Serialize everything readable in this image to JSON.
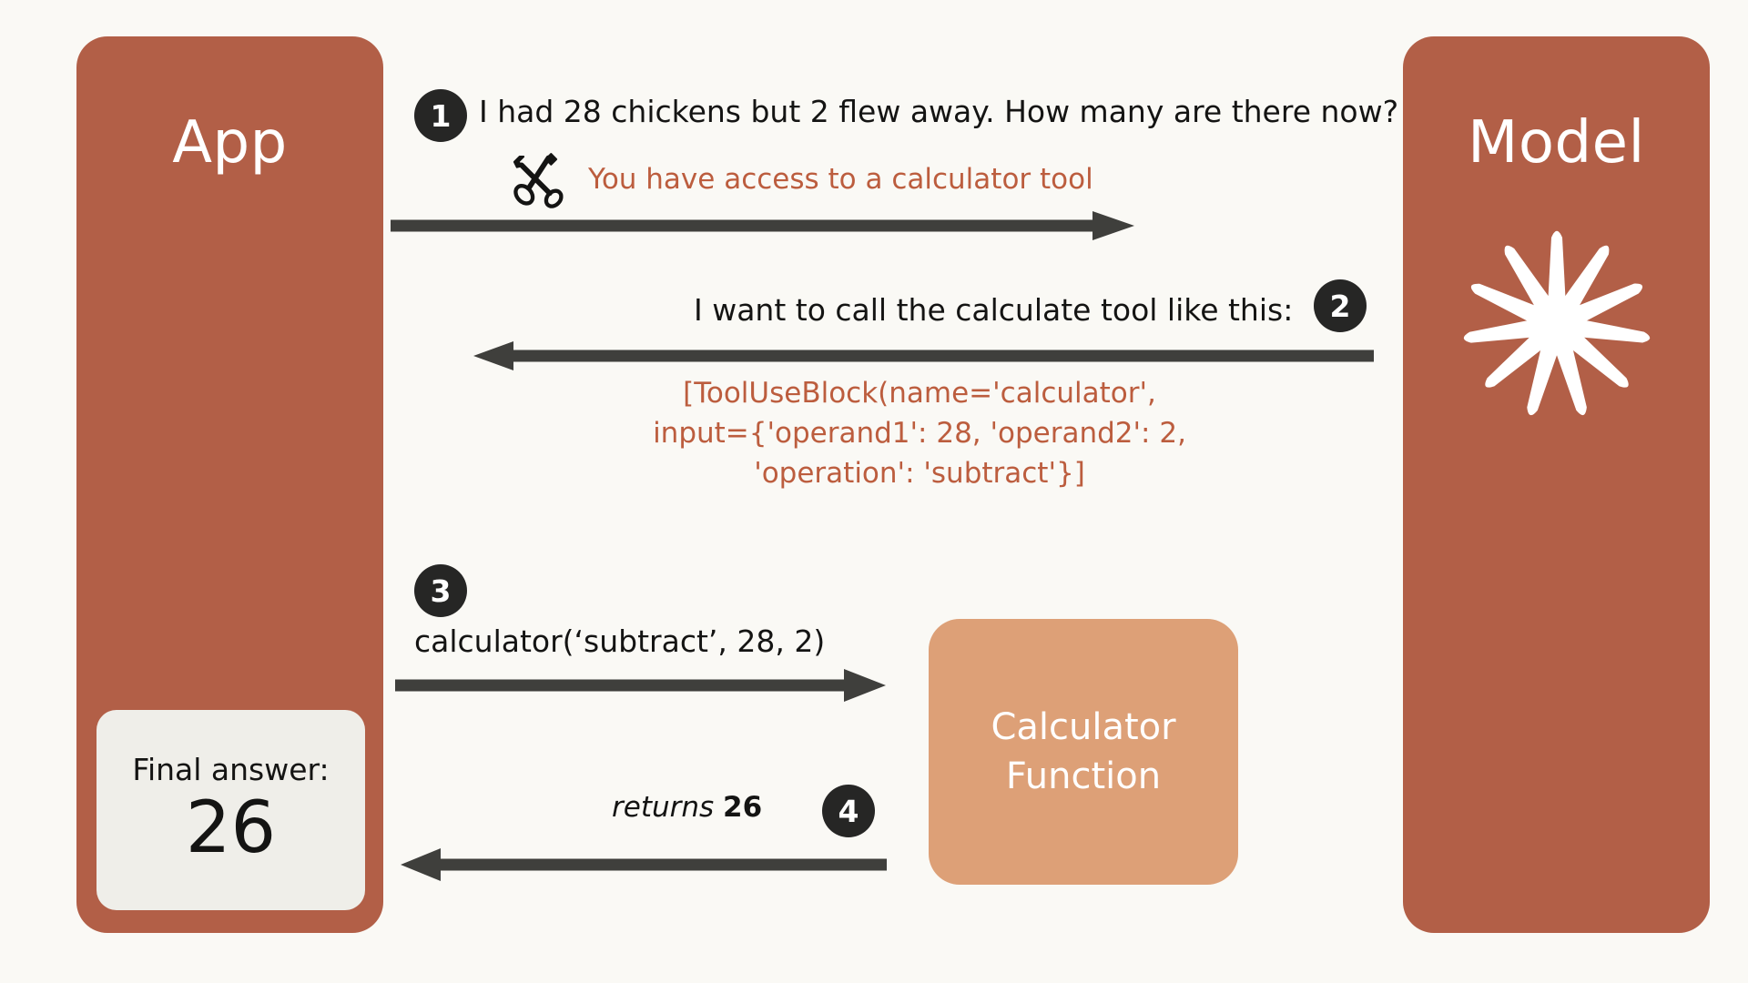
{
  "colors": {
    "background": "#FAF9F5",
    "panel": "#B25F47",
    "accent_text": "#BC5D3E",
    "badge": "#262625",
    "calculator_box": "#DDA077",
    "answer_card": "#EFEEE9",
    "arrow": "#3F3F3C",
    "panel_text": "#FFFFFF",
    "body_text": "#141413"
  },
  "app_panel": {
    "title": "App",
    "final_answer": {
      "label": "Final answer:",
      "value": "26"
    }
  },
  "model_panel": {
    "title": "Model",
    "logo_icon": "starburst-icon"
  },
  "calculator_box": {
    "line1": "Calculator",
    "line2": "Function"
  },
  "steps": [
    {
      "number": "1",
      "badge": "1",
      "direction": "app-to-model",
      "message": "I had 28 chickens but 2 flew away. How many are there now?",
      "tool_icon": "tools-icon",
      "tool_note": "You have access to a calculator tool"
    },
    {
      "number": "2",
      "badge": "2",
      "direction": "model-to-app",
      "message": "I want to call the calculate tool like this:",
      "code_lines": [
        "[ToolUseBlock(name='calculator',",
        "input={'operand1': 28, 'operand2': 2,",
        "'operation': 'subtract'}]"
      ]
    },
    {
      "number": "3",
      "badge": "3",
      "direction": "app-to-calculator",
      "message": "calculator(‘subtract’, 28, 2)"
    },
    {
      "number": "4",
      "badge": "4",
      "direction": "calculator-to-app",
      "message_prefix": "returns ",
      "message_value": "26"
    }
  ]
}
